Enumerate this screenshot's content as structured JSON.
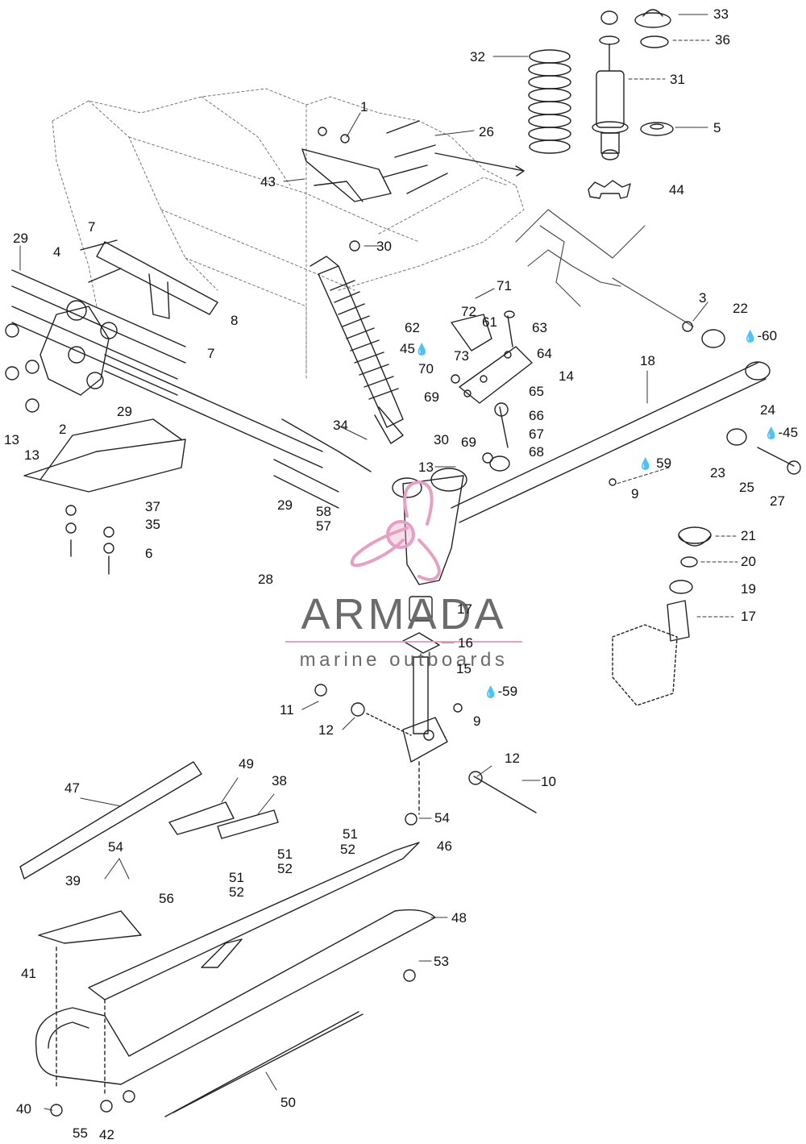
{
  "brand": {
    "name": "ARMADA",
    "tagline": "marine outboards",
    "logo_color": "#e6a0c4",
    "text_color": "#6b6b6b"
  },
  "callouts": [
    {
      "text": "33"
    },
    {
      "text": "36"
    },
    {
      "text": "32"
    },
    {
      "text": "31"
    },
    {
      "text": "1"
    },
    {
      "text": "26"
    },
    {
      "text": "5"
    },
    {
      "text": "43"
    },
    {
      "text": "44"
    },
    {
      "text": "29"
    },
    {
      "text": "7"
    },
    {
      "text": "4"
    },
    {
      "text": "30"
    },
    {
      "text": "71"
    },
    {
      "text": "3"
    },
    {
      "text": "22"
    },
    {
      "text": "8"
    },
    {
      "text": "72"
    },
    {
      "text": "62"
    },
    {
      "text": "61"
    },
    {
      "text": "63"
    },
    {
      "text": "60",
      "drop": true
    },
    {
      "text": "7"
    },
    {
      "text": "45",
      "drop": true
    },
    {
      "text": "73"
    },
    {
      "text": "64"
    },
    {
      "text": "18"
    },
    {
      "text": "70"
    },
    {
      "text": "14"
    },
    {
      "text": "69"
    },
    {
      "text": "65"
    },
    {
      "text": "29"
    },
    {
      "text": "2"
    },
    {
      "text": "66"
    },
    {
      "text": "24"
    },
    {
      "text": "34"
    },
    {
      "text": "30"
    },
    {
      "text": "67"
    },
    {
      "text": "45",
      "drop": true
    },
    {
      "text": "13"
    },
    {
      "text": "13"
    },
    {
      "text": "69"
    },
    {
      "text": "68"
    },
    {
      "text": "13"
    },
    {
      "text": "59",
      "drop": true
    },
    {
      "text": "23"
    },
    {
      "text": "25"
    },
    {
      "text": "9"
    },
    {
      "text": "27"
    },
    {
      "text": "37"
    },
    {
      "text": "29"
    },
    {
      "text": "58"
    },
    {
      "text": "35"
    },
    {
      "text": "57"
    },
    {
      "text": "21"
    },
    {
      "text": "6"
    },
    {
      "text": "20"
    },
    {
      "text": "28"
    },
    {
      "text": "19"
    },
    {
      "text": "17"
    },
    {
      "text": "17"
    },
    {
      "text": "16"
    },
    {
      "text": "15"
    },
    {
      "text": "59",
      "drop": true
    },
    {
      "text": "11"
    },
    {
      "text": "9"
    },
    {
      "text": "12"
    },
    {
      "text": "12"
    },
    {
      "text": "10"
    },
    {
      "text": "49"
    },
    {
      "text": "38"
    },
    {
      "text": "47"
    },
    {
      "text": "54"
    },
    {
      "text": "51"
    },
    {
      "text": "46"
    },
    {
      "text": "52"
    },
    {
      "text": "54"
    },
    {
      "text": "51"
    },
    {
      "text": "52"
    },
    {
      "text": "39"
    },
    {
      "text": "51"
    },
    {
      "text": "56"
    },
    {
      "text": "52"
    },
    {
      "text": "48"
    },
    {
      "text": "41"
    },
    {
      "text": "53"
    },
    {
      "text": "50"
    },
    {
      "text": "40"
    },
    {
      "text": "55"
    },
    {
      "text": "42"
    }
  ]
}
